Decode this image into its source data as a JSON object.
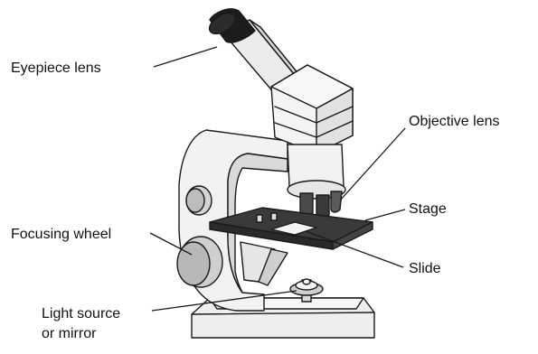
{
  "labels": {
    "eyepiece": "Eyepiece lens",
    "objective": "Objective lens",
    "stage": "Stage",
    "focusing": "Focusing wheel",
    "slide": "Slide",
    "light_line1": "Light source",
    "light_line2": "or mirror"
  },
  "colors": {
    "body_fill": "#f2f2f2",
    "body_shade": "#d9d9d9",
    "stage_fill": "#3a3a3a",
    "eyecup_fill": "#1c1c1c",
    "stroke": "#1a1a1a"
  }
}
